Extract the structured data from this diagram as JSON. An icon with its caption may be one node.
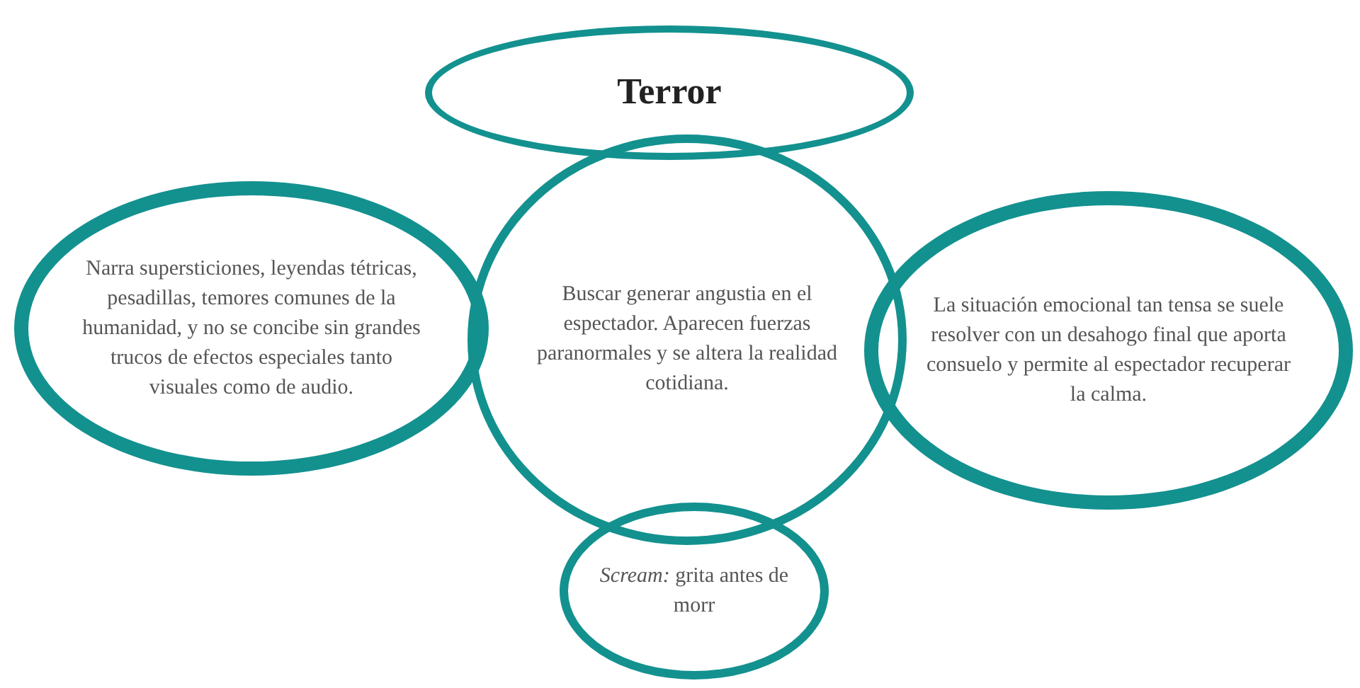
{
  "diagram": {
    "nodes": [
      {
        "text": [
          "Terror"
        ]
      },
      {
        "text": [
          "Narra supersticiones, leyendas tétricas, pesadillas, temores comunes de la humanidad, y no se concibe sin grandes trucos de efectos especiales tanto visuales como de audio."
        ]
      },
      {
        "text": [
          "Buscar generar angustia en el espectador. Aparecen fuerzas paranormales y se altera la realidad cotidiana."
        ]
      },
      {
        "text": [
          "La situación emocional tan tensa se suele resolver con un desahogo final que aporta consuelo y permite al espectador recuperar la calma."
        ]
      },
      {
        "text": [
          "*Scream:* grita antes de morr"
        ]
      }
    ]
  }
}
